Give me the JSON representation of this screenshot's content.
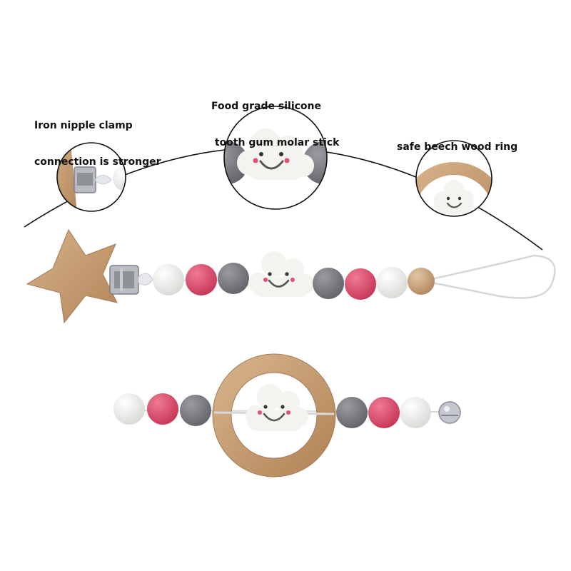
{
  "callouts": {
    "clamp": {
      "line1": "Iron nipple clamp",
      "line2": "connection is stronger"
    },
    "silicone": {
      "line1": "Food grade silicone",
      "line2": " tooth gum molar stick"
    },
    "ring": {
      "line1": "safe beech wood ring"
    }
  },
  "colors": {
    "white_bead": "#f2f1ef",
    "pink_bead": "#e2506f",
    "grey_bead": "#7d7f84",
    "wood": "#c9a27a",
    "wood_dark": "#a47b55",
    "cloud": "#f4f3ef",
    "metal": "#b9bcc2"
  },
  "icons": [
    "star-wood-clip",
    "metal-clamp",
    "cloud-smile-bead",
    "wood-ring",
    "bell-charm"
  ]
}
